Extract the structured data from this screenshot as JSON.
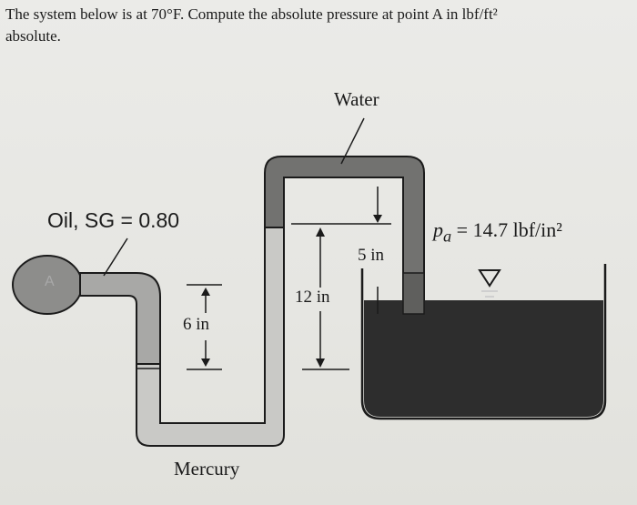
{
  "problem": {
    "line1": "The system below is at 70°F. Compute the absolute pressure at point A in lbf/ft²",
    "line2": "absolute."
  },
  "diagram": {
    "water_label": "Water",
    "oil_label": "Oil, SG = 0.80",
    "pa_symbol": "p",
    "pa_subscript": "a",
    "pa_value": " = 14.7 lbf/in²",
    "dim_5in": "5 in",
    "dim_12in": "12 in",
    "dim_6in": "6 in",
    "mercury_label": "Mercury",
    "point_label": "A"
  },
  "colors": {
    "paper": "#e9e9e6",
    "ink": "#1b1b1b",
    "oil_fill": "#a8a8a6",
    "water_fill": "#6f6f6d",
    "tank_fill": "#2f2f2f",
    "mercury_fill": "#c4c4c2"
  }
}
